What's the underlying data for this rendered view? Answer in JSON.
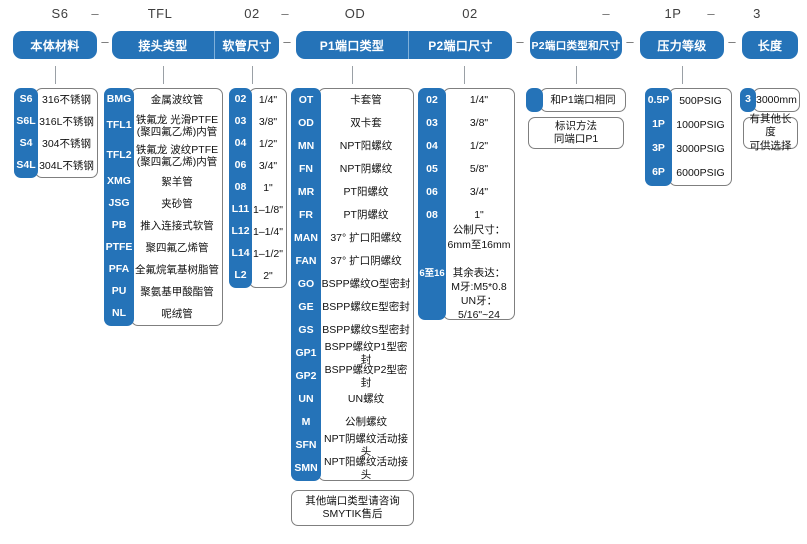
{
  "theme": {
    "blue": "#2573b8",
    "border": "#7f7f7f",
    "text": "#111111",
    "dash": "#6d6d6d"
  },
  "example_code": {
    "parts": [
      "S6",
      "TFL",
      "02",
      "OD",
      "02",
      "1P",
      "3"
    ],
    "separator": "–"
  },
  "headers": [
    {
      "label": "本体材料"
    },
    {
      "label": "接头类型"
    },
    {
      "label": "软管尺寸"
    },
    {
      "label": "P1端口类型"
    },
    {
      "label": "P2端口尺寸"
    },
    {
      "label": "P2端口类型和尺寸"
    },
    {
      "label": "压力等级"
    },
    {
      "label": "长度"
    }
  ],
  "columns": {
    "body_material": {
      "title": "本体材料",
      "items": [
        {
          "code": "S6",
          "desc": "316不锈钢"
        },
        {
          "code": "S6L",
          "desc": "316L不锈钢"
        },
        {
          "code": "S4",
          "desc": "304不锈钢"
        },
        {
          "code": "S4L",
          "desc": "304L不锈钢"
        }
      ]
    },
    "connector_type": {
      "title": "接头类型",
      "items": [
        {
          "code": "BMG",
          "desc": "金属波纹管"
        },
        {
          "code": "TFL1",
          "desc": "铁氟龙 光滑PTFE\n(聚四氟乙烯)内管"
        },
        {
          "code": "TFL2",
          "desc": "铁氟龙 波纹PTFE\n(聚四氟乙烯)内管"
        },
        {
          "code": "XMG",
          "desc": "絮羊管"
        },
        {
          "code": "JSG",
          "desc": "夹砂管"
        },
        {
          "code": "PB",
          "desc": "推入连接式软管"
        },
        {
          "code": "PTFE",
          "desc": "聚四氟乙烯管"
        },
        {
          "code": "PFA",
          "desc": "全氟烷氧基树脂管"
        },
        {
          "code": "PU",
          "desc": "聚氨基甲酸酯管"
        },
        {
          "code": "NL",
          "desc": "呢绒管"
        }
      ]
    },
    "hose_size": {
      "title": "软管尺寸",
      "items": [
        {
          "code": "02",
          "desc": "1/4\""
        },
        {
          "code": "03",
          "desc": "3/8\""
        },
        {
          "code": "04",
          "desc": "1/2\""
        },
        {
          "code": "06",
          "desc": "3/4\""
        },
        {
          "code": "08",
          "desc": "1\""
        },
        {
          "code": "L11",
          "desc": "1–1/8\""
        },
        {
          "code": "L12",
          "desc": "1–1/4\""
        },
        {
          "code": "L14",
          "desc": "1–1/2\""
        },
        {
          "code": "L2",
          "desc": "2\""
        }
      ]
    },
    "p1_port_type": {
      "title": "P1端口类型",
      "items": [
        {
          "code": "OT",
          "desc": "卡套管"
        },
        {
          "code": "OD",
          "desc": "双卡套"
        },
        {
          "code": "MN",
          "desc": "NPT阳螺纹"
        },
        {
          "code": "FN",
          "desc": "NPT阴螺纹"
        },
        {
          "code": "MR",
          "desc": "PT阳螺纹"
        },
        {
          "code": "FR",
          "desc": "PT阴螺纹"
        },
        {
          "code": "MAN",
          "desc": "37° 扩口阳螺纹"
        },
        {
          "code": "FAN",
          "desc": "37° 扩口阴螺纹"
        },
        {
          "code": "GO",
          "desc": "BSPP螺纹O型密封"
        },
        {
          "code": "GE",
          "desc": "BSPP螺纹E型密封"
        },
        {
          "code": "GS",
          "desc": "BSPP螺纹S型密封"
        },
        {
          "code": "GP1",
          "desc": "BSPP螺纹P1型密封"
        },
        {
          "code": "GP2",
          "desc": "BSPP螺纹P2型密封"
        },
        {
          "code": "UN",
          "desc": "UN螺纹"
        },
        {
          "code": "M",
          "desc": "公制螺纹"
        },
        {
          "code": "SFN",
          "desc": "NPT阴螺纹活动接头"
        },
        {
          "code": "SMN",
          "desc": "NPT阳螺纹活动接头"
        }
      ],
      "footnote": "其他端口类型请咨询\nSMYTIK售后"
    },
    "p2_port_size": {
      "title": "P2端口尺寸",
      "items": [
        {
          "code": "02",
          "desc": "1/4\""
        },
        {
          "code": "03",
          "desc": "3/8\""
        },
        {
          "code": "04",
          "desc": "1/2\""
        },
        {
          "code": "05",
          "desc": "5/8\""
        },
        {
          "code": "06",
          "desc": "3/4\""
        },
        {
          "code": "08",
          "desc": "1\""
        },
        {
          "code": "6至16",
          "desc": "公制尺寸：\n6mm至16mm\n\n其余表达：\nM牙:M5*0.8\nUN牙：5/16\"~24"
        }
      ]
    },
    "p2_port_type_size": {
      "title": "P2端口类型和尺寸",
      "items": [
        {
          "code": "",
          "desc": "和P1端口相同"
        }
      ],
      "footnote": "标识方法\n同端口P1"
    },
    "pressure_rating": {
      "title": "压力等级",
      "items": [
        {
          "code": "0.5P",
          "desc": "500PSIG"
        },
        {
          "code": "1P",
          "desc": "1000PSIG"
        },
        {
          "code": "3P",
          "desc": "3000PSIG"
        },
        {
          "code": "6P",
          "desc": "6000PSIG"
        }
      ]
    },
    "length": {
      "title": "长度",
      "items": [
        {
          "code": "3",
          "desc": "3000mm"
        }
      ],
      "footnote": "有其他长度\n可供选择"
    }
  }
}
